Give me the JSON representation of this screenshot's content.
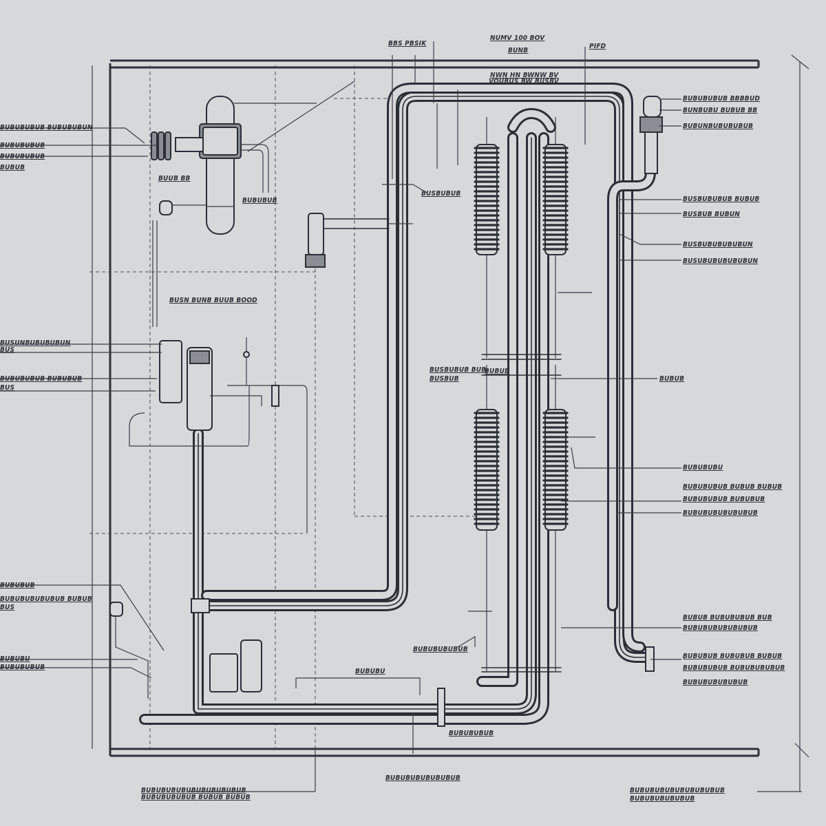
{
  "labels": {
    "l01": "BBS PBSIK",
    "l02": "NUMV 100 BOV",
    "l03": "BUNB",
    "l04": "PIFD",
    "l05": "NWN HN BWNW BV",
    "l06": "VOUBUS BW BUSBV",
    "l07": "BUBUBUBUB BBBBUD",
    "l08": "BUNBUBU BUBUB BB",
    "l09": "BUBUNBUBUBUBUB",
    "l10": "BUSBUBUBUB BUBUB",
    "l11": "BUSBUB BUBUN",
    "l12": "BUSBUBUB",
    "l13": "BUUB BB",
    "l14": "BUBUBUB",
    "l15": "BUSN BUNB BUUB BOOD",
    "l16": "BUBUBUBUB BUBUBUBUN",
    "l17": "BUBUBUBUB",
    "l18": "BUSBUBUBUBUBUN",
    "l19": "BUSUBUBUBUBUBUN",
    "l20": "BUBUBUBUB",
    "l21": "BUSUNBUBUBUBUN",
    "l22": "BUSBUBUB BUB",
    "l23": "BUBUB",
    "l24": "BUBUBUBUB BUBUBUB",
    "l25": "BUBUB",
    "l26": "BUBUBUBUB BUBUB BUBUB",
    "l27": "BUS",
    "l28": "BUSBUB",
    "l29": "BUBUBUBU",
    "l30": "BUBUBUB",
    "l31": "BUBUBU",
    "l32": "BUBUBUBUBUB",
    "l33": "BUBUBUBUBUBUB BUBUB",
    "l34": "BUBUBUBUBUBUBUB",
    "l35": "BUBUB BUBUBUBUB BUB",
    "l36": "BUBUBUBUBUBUBUB",
    "l37": "BUBUBUB BUBUBUB BUBUB",
    "l38": "BUBUBUBUB",
    "l39": "BUBUBU",
    "l40": "BUBUBUBUBUBUBUBUBUBUB",
    "l41": "BUBUBUBUBUB BUBUB BUBUB",
    "l42": "BUBUBUBUB BUBUBUBUBUB",
    "l43": "BUBUBUBUBUBUB",
    "l44": "BUBUBUBUBUBUBUBUBUB",
    "l45": "BUBUBUBUBUBUBUB",
    "l46": "BUBUBUBUBUBUB",
    "l47": "BUBUB",
    "l48": "BUBUBUBUB"
  }
}
